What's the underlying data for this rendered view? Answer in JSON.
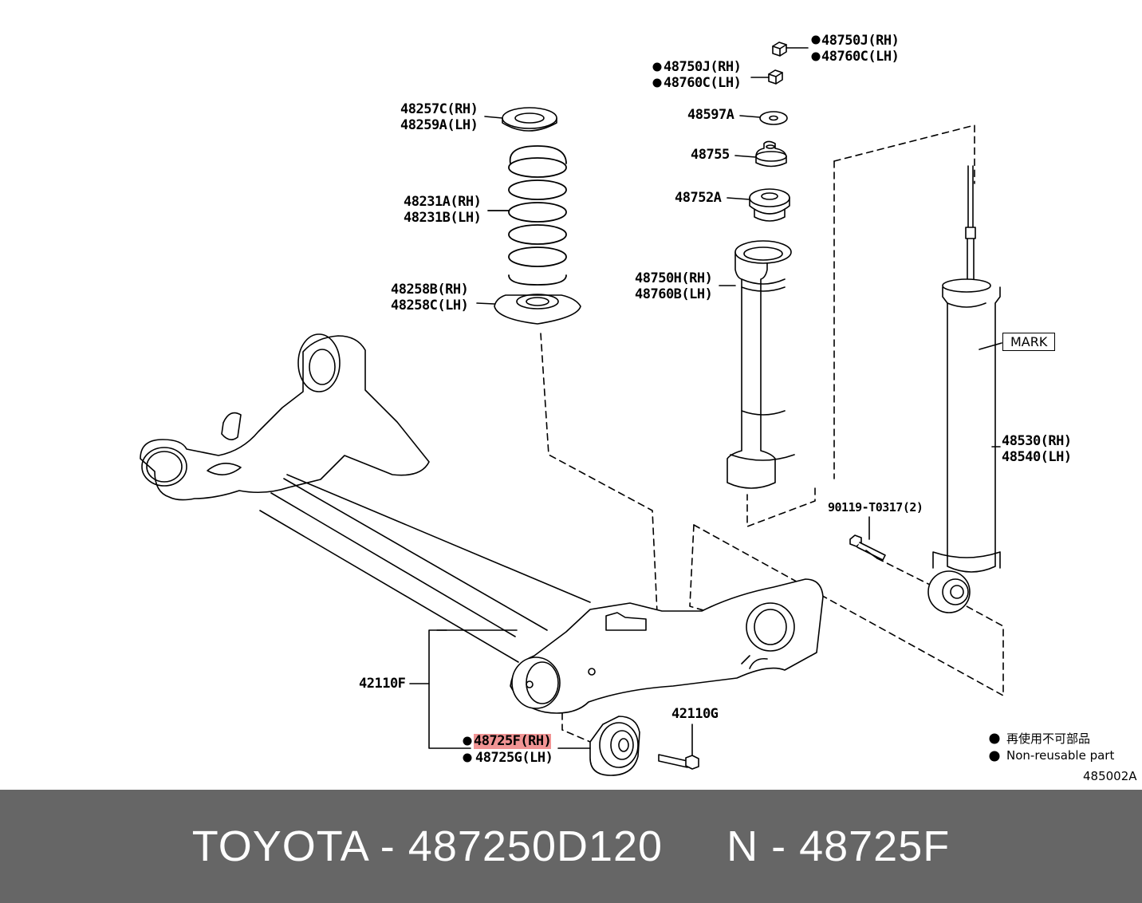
{
  "labels": {
    "nut_top_rh": "48750J(RH)",
    "nut_top_lh": "48760C(LH)",
    "nut_mid_rh": "48750J(RH)",
    "nut_mid_lh": "48760C(LH)",
    "washer": "48597A",
    "cushion": "48755",
    "bump_insulator": "48752A",
    "bound_stopper_rh": "48750H(RH)",
    "bound_stopper_lh": "48760B(LH)",
    "upper_seat_rh": "48257C(RH)",
    "upper_seat_lh": "48259A(LH)",
    "coil_spring_rh": "48231A(RH)",
    "coil_spring_lh": "48231B(LH)",
    "lower_seat_rh": "48258B(RH)",
    "lower_seat_lh": "48258C(LH)",
    "absorber_rh": "48530(RH)",
    "absorber_lh": "48540(LH)",
    "bolt": "90119-T0317(2)",
    "mark": "MARK",
    "axle_beam": "42110F",
    "axle_bolt": "42110G",
    "bushing_rh": "48725F(RH)",
    "bushing_lh": "48725G(LH)",
    "bullet": "●"
  },
  "legend": {
    "japanese": "再使用不可部品",
    "english": "Non-reusable part",
    "figure_id": "485002A"
  },
  "footer": {
    "text": "TOYOTA - 487250D120     N - 48725F"
  }
}
